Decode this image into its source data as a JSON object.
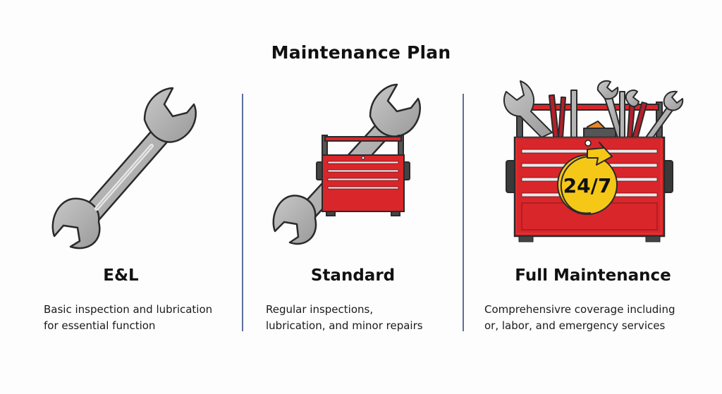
{
  "title": "Maintenance Plan",
  "colors": {
    "background": "#fdfdfd",
    "divider": "#5c6f99",
    "tool_gray": "#a9a9a9",
    "toolbox_red": "#d9262b",
    "badge_yellow": "#f5c818"
  },
  "plans": [
    {
      "name": "E&L",
      "icon": "wrench-icon",
      "description_lines": [
        "Basic inspection and lubrication",
        "for essential function"
      ]
    },
    {
      "name": "Standard",
      "icon": "wrench-and-toolbox-icon",
      "description_lines": [
        "Regular inspections,",
        "lubrication, and minor repairs"
      ]
    },
    {
      "name": "Full Maintenance",
      "icon": "full-toolbox-24-7-icon",
      "badge_text": "24/7",
      "description_lines": [
        "Comprehensivre coverage including",
        "or, labor, and emergency services"
      ]
    }
  ]
}
